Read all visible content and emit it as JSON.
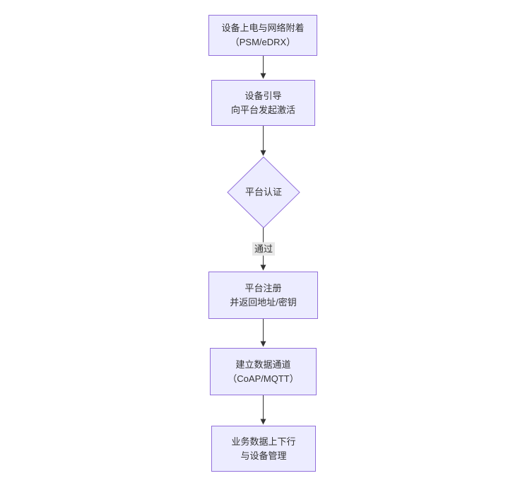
{
  "diagram": {
    "type": "flowchart",
    "direction": "top-down",
    "nodes": [
      {
        "id": "A",
        "shape": "rect",
        "line1": "设备上电与网络附着",
        "line2": "（PSM/eDRX）"
      },
      {
        "id": "B",
        "shape": "rect",
        "line1": "设备引导",
        "line2": "向平台发起激活"
      },
      {
        "id": "C",
        "shape": "diamond",
        "line1": "平台认证",
        "line2": ""
      },
      {
        "id": "D",
        "shape": "rect",
        "line1": "平台注册",
        "line2": "并返回地址/密钥"
      },
      {
        "id": "E",
        "shape": "rect",
        "line1": "建立数据通道",
        "line2": "（CoAP/MQTT）"
      },
      {
        "id": "F",
        "shape": "rect",
        "line1": "业务数据上下行",
        "line2": "与设备管理"
      }
    ],
    "edges": [
      {
        "from": "A",
        "to": "B",
        "label": ""
      },
      {
        "from": "B",
        "to": "C",
        "label": ""
      },
      {
        "from": "C",
        "to": "D",
        "label": "通过"
      },
      {
        "from": "D",
        "to": "E",
        "label": ""
      },
      {
        "from": "E",
        "to": "F",
        "label": ""
      }
    ],
    "theme": {
      "background": "#ffffff",
      "node_fill": "#ECECFF",
      "node_border": "#9370DB",
      "edge_color": "#333333",
      "edge_label_bg": "#e8e8e8",
      "text_color": "#333333"
    }
  }
}
